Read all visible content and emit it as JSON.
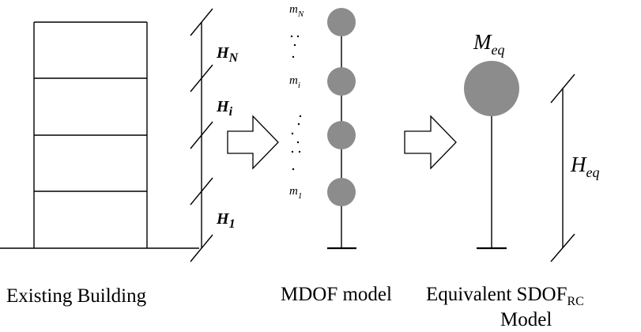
{
  "building": {
    "caption": "Existing Building",
    "story_heights": [
      {
        "main": "H",
        "sub": "N"
      },
      {
        "main": "H",
        "sub": "i"
      },
      {
        "main": "H",
        "sub": "1"
      }
    ]
  },
  "mdof": {
    "caption": "MDOF model",
    "masses": [
      {
        "main": "m",
        "sub": "N"
      },
      {
        "main": "m",
        "sub": "i"
      },
      {
        "main": "m",
        "sub": "1"
      }
    ]
  },
  "sdof": {
    "caption_main": "Equivalent SDOF",
    "caption_sub": "RC",
    "caption_line2": "Model",
    "mass": {
      "main": "M",
      "sub": "eq"
    },
    "height": {
      "main": "H",
      "sub": "eq"
    }
  },
  "colors": {
    "mass_fill": "#8c8c8c",
    "line": "#000000",
    "background": "#ffffff"
  }
}
